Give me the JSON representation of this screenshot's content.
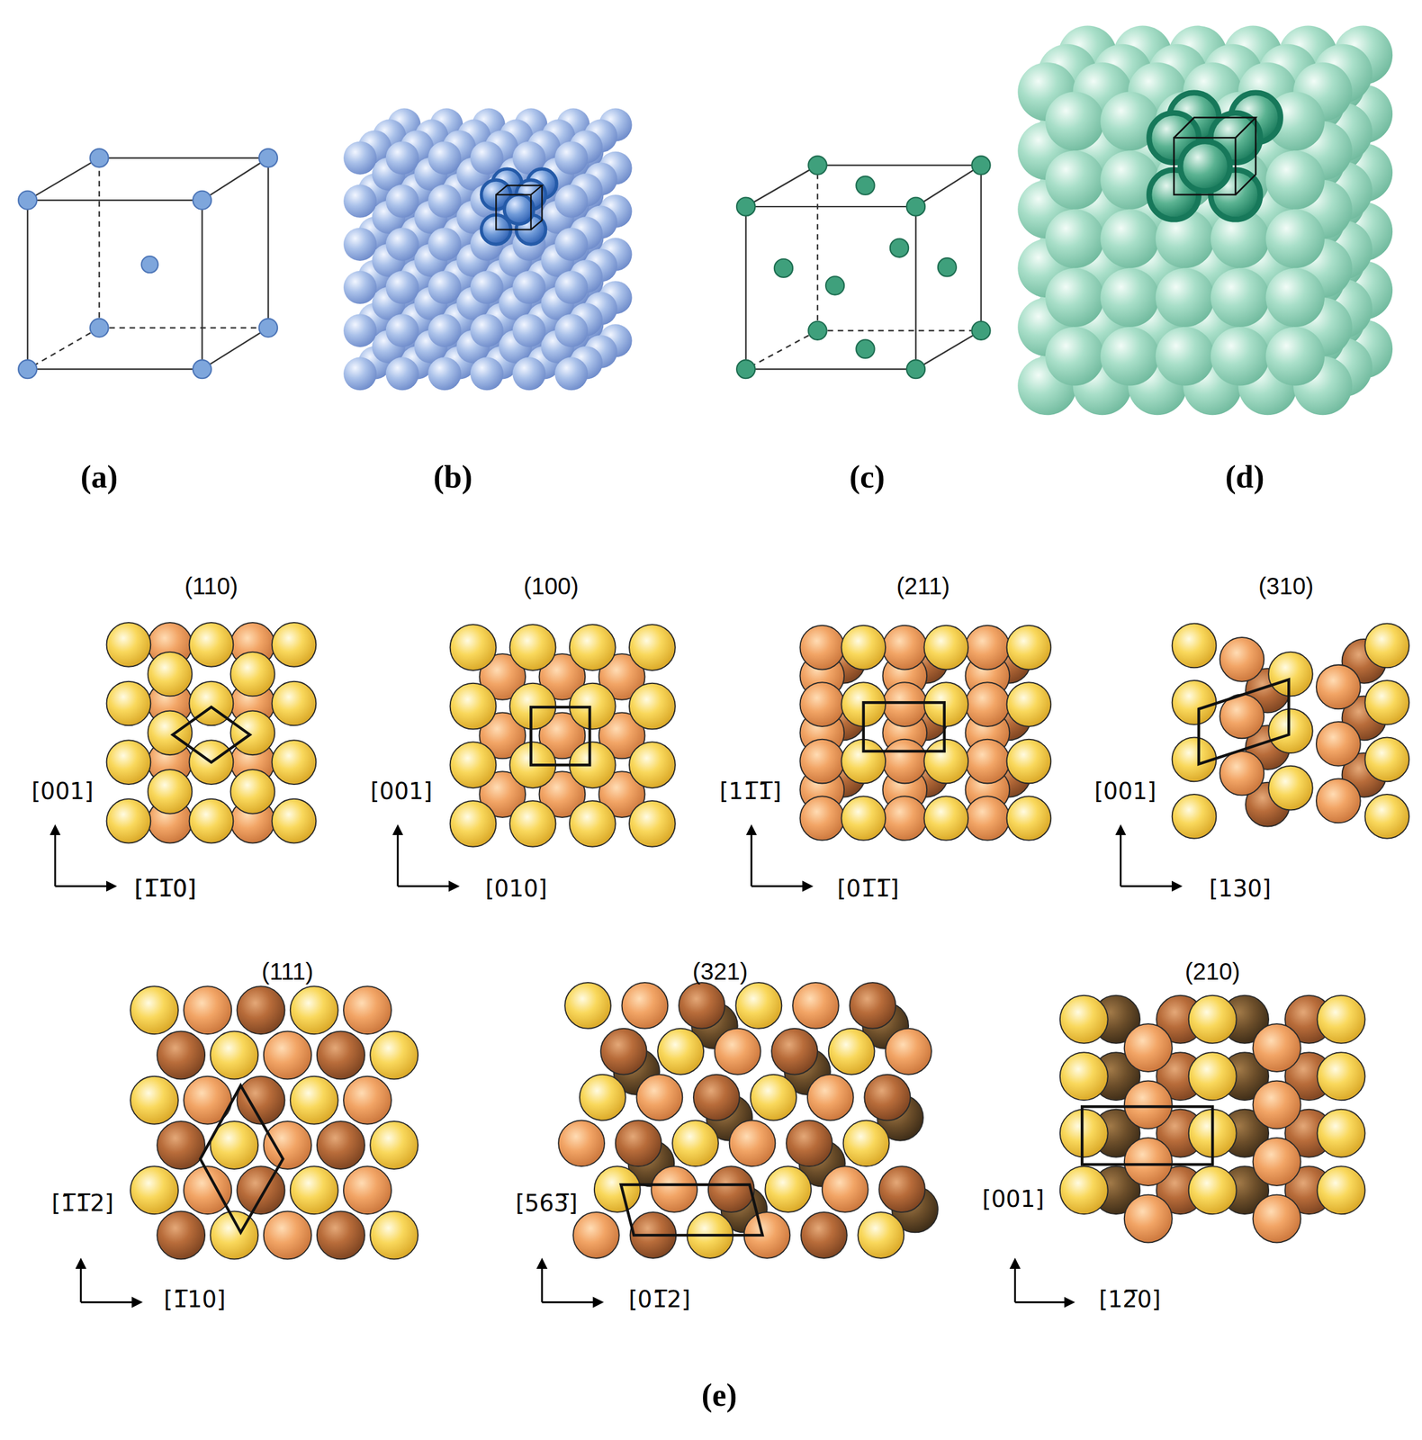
{
  "diagram": {
    "labels": [
      "(a)",
      "(b)",
      "(c)",
      "(d)",
      "(110)",
      "(100)",
      "(211)",
      "(310)",
      "[001]",
      "[1̅​10]",
      "[001]",
      "[010]",
      "[11̅1̅]",
      "[01̅1̅]",
      "[001]",
      "[130]",
      "(111)",
      "(321)",
      "(210)",
      "[1̅1̅2]",
      "[1̅10]",
      "[563̅]",
      "[01̅2]",
      "[001]",
      "[12̅0]",
      "[11̅0]",
      "(e)"
    ]
  }
}
